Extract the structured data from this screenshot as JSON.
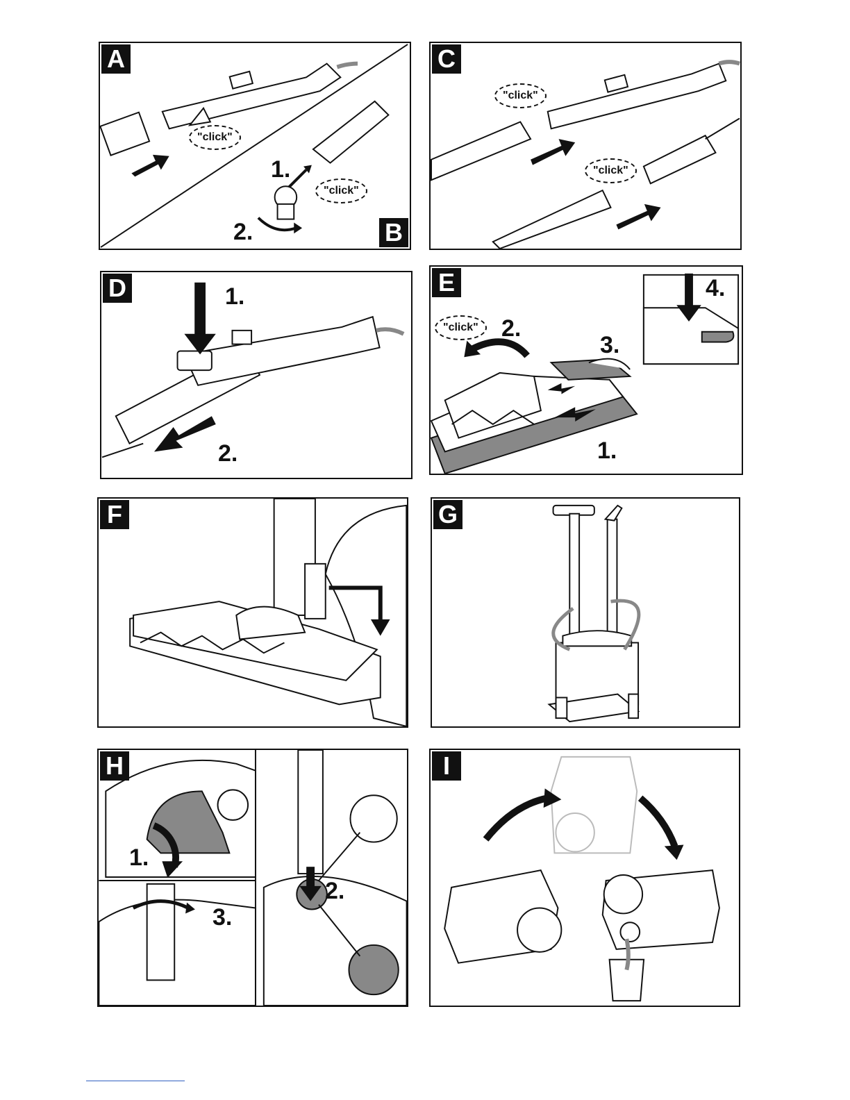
{
  "panels": {
    "a": {
      "letter": "A",
      "click": "\"click\""
    },
    "b": {
      "letter": "B",
      "click": "\"click\"",
      "step1": "1.",
      "step2": "2."
    },
    "c": {
      "letter": "C",
      "click1": "\"click\"",
      "click2": "\"click\""
    },
    "d": {
      "letter": "D",
      "step1": "1.",
      "step2": "2."
    },
    "e": {
      "letter": "E",
      "click": "\"click\"",
      "step1": "1.",
      "step2": "2.",
      "step3": "3.",
      "step4": "4."
    },
    "f": {
      "letter": "F"
    },
    "g": {
      "letter": "G"
    },
    "h": {
      "letter": "H",
      "step1": "1.",
      "step2": "2.",
      "step3": "3."
    },
    "i": {
      "letter": "I"
    }
  },
  "colors": {
    "ink": "#111111",
    "gray": "#888888",
    "light_gray": "#bbbbbb"
  }
}
